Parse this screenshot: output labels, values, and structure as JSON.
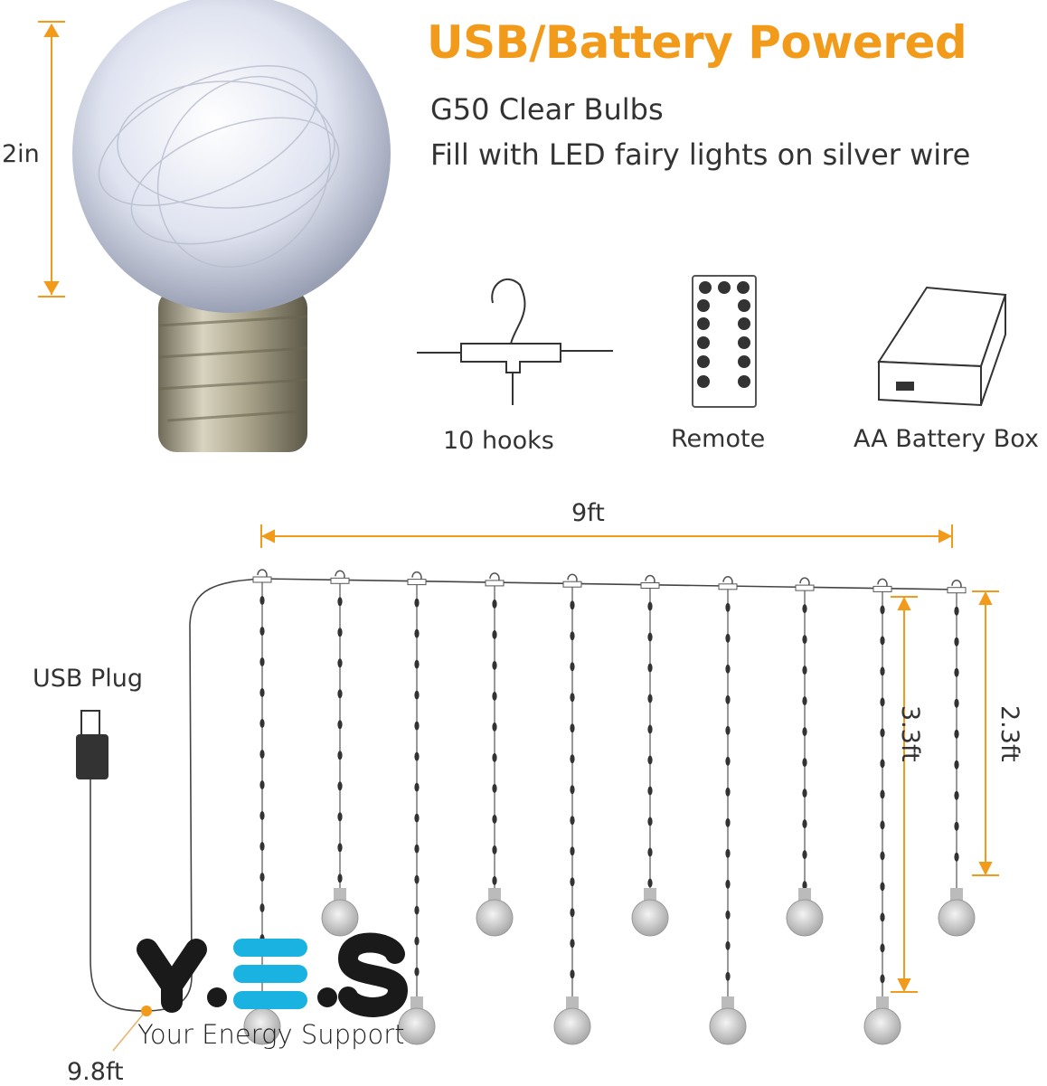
{
  "header": {
    "title": "USB/Battery Powered",
    "line1": "G50 Clear Bulbs",
    "line2": "Fill with LED fairy lights on silver wire"
  },
  "dimensions": {
    "bulb_height": "2in",
    "width": "9ft",
    "long_strand": "3.3ft",
    "short_strand": "2.3ft",
    "lead_wire": "9.8ft"
  },
  "accessories": [
    {
      "label": "10 hooks"
    },
    {
      "label": "Remote"
    },
    {
      "label": "AA Battery Box"
    }
  ],
  "usb_label": "USB Plug",
  "logo": {
    "text": "Y.E.S",
    "tagline": "Your Energy Support"
  },
  "colors": {
    "accent": "#f29a1a",
    "logo_blue": "#1ab2e0",
    "logo_dark": "#1a1a1a"
  }
}
